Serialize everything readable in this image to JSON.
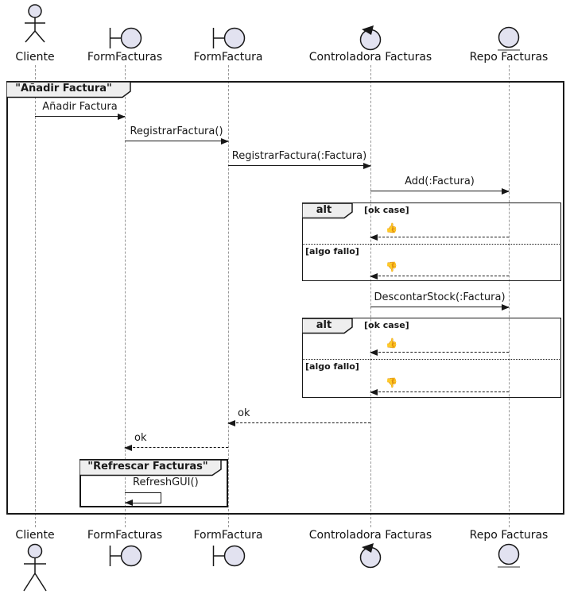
{
  "participants": [
    {
      "name": "Cliente",
      "type": "actor"
    },
    {
      "name": "FormFacturas",
      "type": "boundary"
    },
    {
      "name": "FormFactura",
      "type": "boundary"
    },
    {
      "name": "Controladora Facturas",
      "type": "control"
    },
    {
      "name": "Repo Facturas",
      "type": "entity"
    }
  ],
  "frames": {
    "main_title": "\"Añadir Factura\"",
    "refrescar_title": "\"Refrescar Facturas\""
  },
  "messages": {
    "m1": "Añadir Factura",
    "m2": "RegistrarFactura()",
    "m3": "RegistrarFactura(:Factura)",
    "m4": "Add(:Factura)",
    "m5": "DescontarStock(:Factura)",
    "ret_ok_to_formfactura": "ok",
    "ret_ok_to_formfacturas": "ok",
    "self_refresh": "RefreshGUI()"
  },
  "fragments": {
    "alt1": {
      "operator": "alt",
      "guards": [
        "[ok case]",
        "[algo fallo]"
      ],
      "returns": [
        "👍",
        "👎"
      ]
    },
    "alt2": {
      "operator": "alt",
      "guards": [
        "[ok case]",
        "[algo fallo]"
      ],
      "returns": [
        "👍",
        "👎"
      ]
    }
  },
  "colors": {
    "participant_fill": "#E2E2F0",
    "tab_fill": "#EEEEEE",
    "line": "#181818",
    "lifeline": "#999999",
    "background": "#FFFFFF"
  }
}
